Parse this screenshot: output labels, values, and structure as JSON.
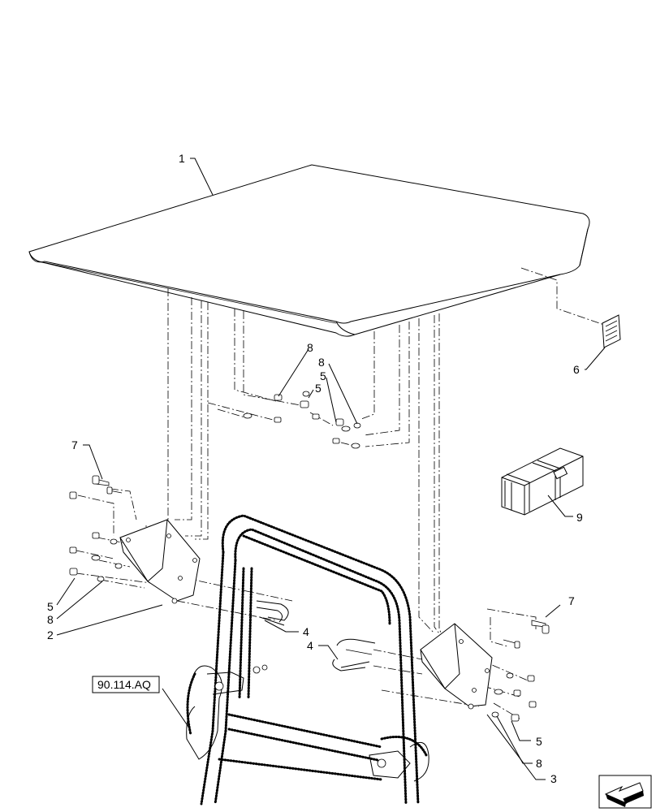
{
  "callouts": [
    {
      "id": "c1",
      "text": "1"
    },
    {
      "id": "c2",
      "text": "2"
    },
    {
      "id": "c3",
      "text": "3"
    },
    {
      "id": "c4a",
      "text": "4"
    },
    {
      "id": "c4b",
      "text": "4"
    },
    {
      "id": "c5a",
      "text": "5"
    },
    {
      "id": "c5b",
      "text": "5"
    },
    {
      "id": "c5c",
      "text": "5"
    },
    {
      "id": "c5d",
      "text": "5"
    },
    {
      "id": "c6",
      "text": "6"
    },
    {
      "id": "c7a",
      "text": "7"
    },
    {
      "id": "c7b",
      "text": "7"
    },
    {
      "id": "c8a",
      "text": "8"
    },
    {
      "id": "c8b",
      "text": "8"
    },
    {
      "id": "c8c",
      "text": "8"
    },
    {
      "id": "c8d",
      "text": "8"
    },
    {
      "id": "c9",
      "text": "9"
    }
  ],
  "reference": {
    "text": "90.114.AQ"
  }
}
